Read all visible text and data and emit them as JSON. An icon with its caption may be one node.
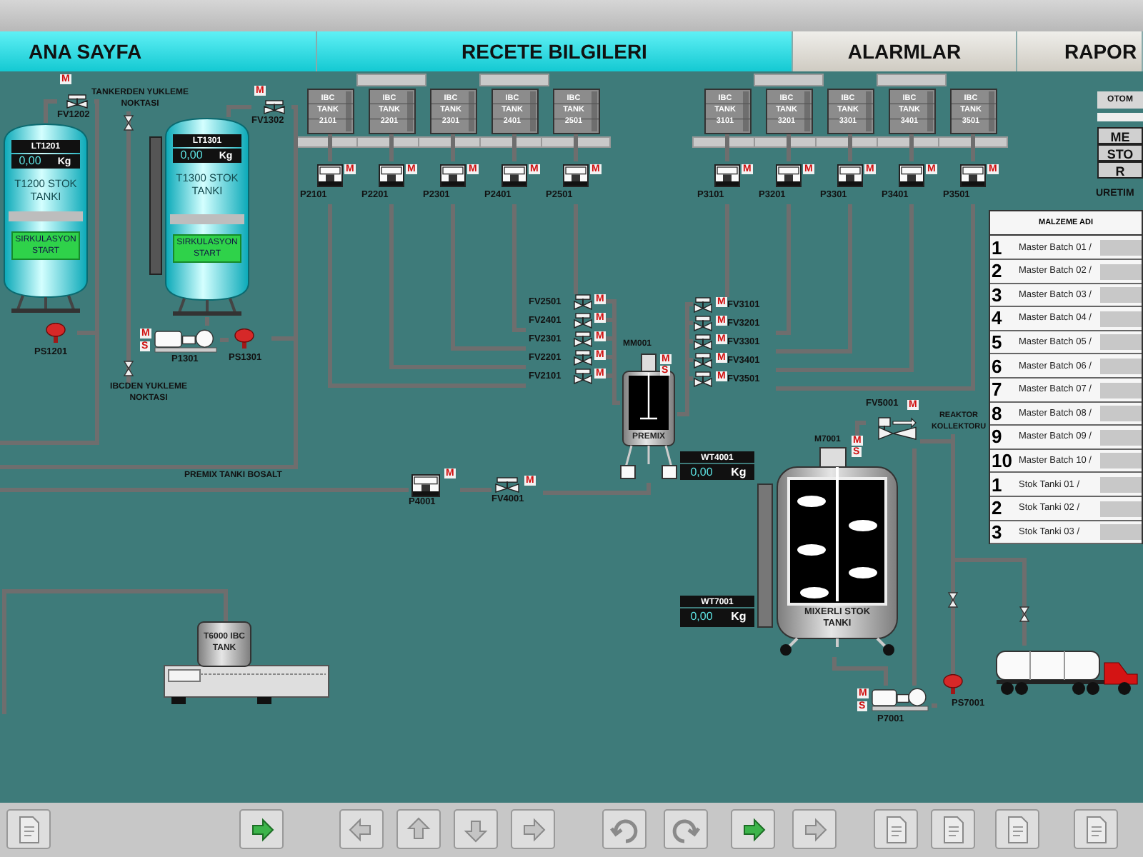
{
  "diagram": {
    "nodes": [
      {
        "text": [
          "LT1201",
          "0,00",
          "Kg",
          "T1200 STOK TANKI",
          "SIRKULASYON START"
        ]
      },
      {
        "text": [
          "M",
          "FV1202"
        ]
      },
      {
        "text": [
          "PS1201"
        ]
      },
      {
        "text": [
          "TANKERDEN YUKLEME NOKTASI"
        ]
      },
      {
        "text": [
          "IBCDEN YUKLEME NOKTASI"
        ]
      },
      {
        "text": [
          "LT1301",
          "0,00",
          "Kg",
          "T1300 STOK TANKI",
          "SIRKULASYON START"
        ]
      },
      {
        "text": [
          "M",
          "FV1302"
        ]
      },
      {
        "text": [
          "P1301",
          "M",
          "S"
        ]
      },
      {
        "text": [
          "PS1301"
        ]
      },
      {
        "text": [
          "IBC TANK 2101"
        ]
      },
      {
        "text": [
          "IBC TANK 2201"
        ]
      },
      {
        "text": [
          "IBC TANK 2301"
        ]
      },
      {
        "text": [
          "IBC TANK 2401"
        ]
      },
      {
        "text": [
          "IBC TANK 2501"
        ]
      },
      {
        "text": [
          "IBC TANK 3101"
        ]
      },
      {
        "text": [
          "IBC TANK 3201"
        ]
      },
      {
        "text": [
          "IBC TANK 3301"
        ]
      },
      {
        "text": [
          "IBC TANK 3401"
        ]
      },
      {
        "text": [
          "IBC TANK 3501"
        ]
      },
      {
        "text": [
          "P2101",
          "M"
        ]
      },
      {
        "text": [
          "P2201",
          "M"
        ]
      },
      {
        "text": [
          "P2301",
          "M"
        ]
      },
      {
        "text": [
          "P2401",
          "M"
        ]
      },
      {
        "text": [
          "P2501",
          "M"
        ]
      },
      {
        "text": [
          "P3101",
          "M"
        ]
      },
      {
        "text": [
          "P3201",
          "M"
        ]
      },
      {
        "text": [
          "P3301",
          "M"
        ]
      },
      {
        "text": [
          "P3401",
          "M"
        ]
      },
      {
        "text": [
          "P3501",
          "M"
        ]
      },
      {
        "text": [
          "FV2501",
          "M"
        ]
      },
      {
        "text": [
          "FV2401",
          "M"
        ]
      },
      {
        "text": [
          "FV2301",
          "M"
        ]
      },
      {
        "text": [
          "FV2201",
          "M"
        ]
      },
      {
        "text": [
          "FV2101",
          "M"
        ]
      },
      {
        "text": [
          "FV3101",
          "M"
        ]
      },
      {
        "text": [
          "FV3201",
          "M"
        ]
      },
      {
        "text": [
          "FV3301",
          "M"
        ]
      },
      {
        "text": [
          "FV3401",
          "M"
        ]
      },
      {
        "text": [
          "FV3501",
          "M"
        ]
      },
      {
        "text": [
          "MM001",
          "PREMIX",
          "M",
          "S"
        ]
      },
      {
        "text": [
          "WT4001",
          "0,00",
          "Kg"
        ]
      },
      {
        "text": [
          "P4001",
          "M"
        ]
      },
      {
        "text": [
          "FV4001",
          "M"
        ]
      },
      {
        "text": [
          "FV5001",
          "M"
        ]
      },
      {
        "text": [
          "REAKTOR KOLLEKTORU"
        ]
      },
      {
        "text": [
          "M7001",
          "MIXERLI STOK TANKI",
          "M",
          "S"
        ]
      },
      {
        "text": [
          "WT7001",
          "0,00",
          "Kg"
        ]
      },
      {
        "text": [
          "T6000 IBC TANK"
        ]
      },
      {
        "text": [
          "P7001",
          "M",
          "S"
        ]
      },
      {
        "text": [
          "PS7001"
        ]
      },
      {
        "text": [],
        "shape": "picture"
      }
    ],
    "edges": [
      {
        "from": 9,
        "to": 19,
        "arrow": "none"
      },
      {
        "from": 10,
        "to": 20,
        "arrow": "none"
      },
      {
        "from": 11,
        "to": 21,
        "arrow": "none"
      },
      {
        "from": 12,
        "to": 22,
        "arrow": "none"
      },
      {
        "from": 13,
        "to": 23,
        "arrow": "none"
      },
      {
        "from": 14,
        "to": 24,
        "arrow": "none"
      },
      {
        "from": 15,
        "to": 25,
        "arrow": "none"
      },
      {
        "from": 16,
        "to": 26,
        "arrow": "none"
      },
      {
        "from": 17,
        "to": 27,
        "arrow": "none"
      },
      {
        "from": 18,
        "to": 28,
        "arrow": "none"
      },
      {
        "from": 19,
        "to": 33,
        "arrow": "none"
      },
      {
        "from": 20,
        "to": 32,
        "arrow": "none"
      },
      {
        "from": 21,
        "to": 31,
        "arrow": "none"
      },
      {
        "from": 22,
        "to": 30,
        "arrow": "none"
      },
      {
        "from": 23,
        "to": 29,
        "arrow": "none"
      },
      {
        "from": 24,
        "to": 34,
        "arrow": "none"
      },
      {
        "from": 25,
        "to": 35,
        "arrow": "none"
      },
      {
        "from": 26,
        "to": 36,
        "arrow": "none"
      },
      {
        "from": 27,
        "to": 37,
        "arrow": "none"
      },
      {
        "from": 28,
        "to": 38,
        "arrow": "none"
      },
      {
        "from": 29,
        "to": 39,
        "arrow": "none"
      },
      {
        "from": 30,
        "to": 39,
        "arrow": "none"
      },
      {
        "from": 31,
        "to": 39,
        "arrow": "none"
      },
      {
        "from": 32,
        "to": 39,
        "arrow": "none"
      },
      {
        "from": 33,
        "to": 39,
        "arrow": "none"
      },
      {
        "from": 34,
        "to": 39,
        "arrow": "none"
      },
      {
        "from": 35,
        "to": 39,
        "arrow": "none"
      },
      {
        "from": 36,
        "to": 39,
        "arrow": "none"
      },
      {
        "from": 37,
        "to": 39,
        "arrow": "none"
      },
      {
        "from": 38,
        "to": 39,
        "arrow": "none"
      },
      {
        "from": 1,
        "to": 0,
        "arrow": "none"
      },
      {
        "from": 2,
        "to": 1,
        "arrow": "none"
      },
      {
        "from": 3,
        "to": 4,
        "arrow": "none"
      },
      {
        "from": 6,
        "to": 5,
        "arrow": "none"
      },
      {
        "from": 5,
        "to": 7,
        "arrow": "none"
      },
      {
        "from": 7,
        "to": 8,
        "arrow": "none"
      },
      {
        "from": 8,
        "to": 6,
        "arrow": "none"
      },
      {
        "from": 39,
        "to": 42,
        "arrow": "none"
      },
      {
        "from": 42,
        "to": 41,
        "arrow": "none"
      },
      {
        "from": 41,
        "to": null,
        "arrow": "none",
        "label": "PREMIX TANKI BOSALT"
      },
      {
        "from": 45,
        "to": 48,
        "arrow": "none"
      },
      {
        "from": 48,
        "to": 49,
        "arrow": "none"
      },
      {
        "from": 48,
        "to": 43,
        "arrow": "none"
      },
      {
        "from": 43,
        "to": 45,
        "arrow": "none"
      },
      {
        "from": 43,
        "to": 44,
        "arrow": "none"
      },
      {
        "from": 49,
        "to": 44,
        "arrow": "none"
      },
      {
        "from": 49,
        "to": 50,
        "arrow": "none"
      },
      {
        "from": 47,
        "to": null,
        "arrow": "none"
      }
    ],
    "labels": [
      "ANA SAYFA",
      "RECETE BILGILERI",
      "ALARMLAR",
      "RAPOR",
      "OTOM",
      "ME",
      "STO",
      "R",
      "URETIM",
      "MALZEME ADI",
      "1",
      "Master Batch 01 /",
      "2",
      "Master Batch 02 /",
      "3",
      "Master Batch 03 /",
      "4",
      "Master Batch 04 /",
      "5",
      "Master Batch 05 /",
      "6",
      "Master Batch 06 /",
      "7",
      "Master Batch 07 /",
      "8",
      "Master Batch 08 /",
      "9",
      "Master Batch 09 /",
      "10",
      "Master Batch 10 /",
      "1",
      "Stok Tanki 01 /",
      "2",
      "Stok Tanki 02 /",
      "3",
      "Stok Tanki 03 /"
    ]
  }
}
